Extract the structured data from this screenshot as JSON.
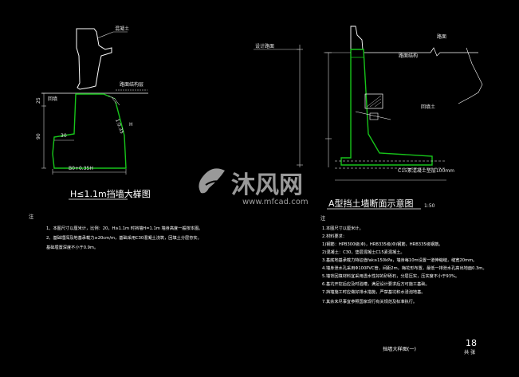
{
  "colors": {
    "background": "#000000",
    "line": "#ffffff",
    "outline_green": "#17c41a",
    "dim_line": "#cfcfcf",
    "watermark": "#ffffff"
  },
  "left_detail": {
    "title": "H≤1.1m挡墙大样图",
    "scale": "1:20",
    "dim_bottom": "B0+0.35H",
    "dim_30": "30",
    "dim_90": "90",
    "dim_h": "H",
    "dim_left_top": "25",
    "slope_label": "1:0.35"
  },
  "notes_left": {
    "heading": "注",
    "lines": [
      "1、本图尺寸以厘米计，比例：20，H≥1.1m 时挡墙H=1.1m 墙身高度一般按本图。",
      "2、基础埋深及地基承载力≥20cm/m，基础采用C30混凝土浇筑，回填土分层夯实。",
      "   基础埋置深度不小于0.9m。"
    ]
  },
  "right_detail": {
    "title": "A型挡土墙断面示意图",
    "scale": "1:50",
    "label_c15": "C15素混凝土垫层100mm"
  },
  "notes_right": {
    "heading": "注",
    "lines": [
      "1.本图尺寸以厘米计。",
      "2.材料要求：",
      "1)钢筋：HPB300级(Φ)，HRB335级(Φ)钢筋，HRB335级钢筋。",
      "2)混凝土：C30，垫层混凝土C15素混凝土。",
      "3.基底地基承载力特征值fak≥150kPa，墙身每10m设置一道伸缩缝，缝宽20mm。",
      "4.墙身泄水孔采用Φ100PVC管，间距2m，梅花形布置，最低一排泄水孔高出地面0.3m。",
      "5.墙背回填材料宜采用透水性好的砂砾石，分层压实，压实度不小于93%。",
      "6.基坑开挖后应及时验槽，满足设计要求后方可施工基础。",
      "7.挡墙施工时应做好排水措施，严禁基坑积水浸泡地基。",
      "7.其余未尽事宜参照国家现行有关规范及标准执行。"
    ]
  },
  "title_block": {
    "drawing_name": "挡墙大样图(一)",
    "sheet_number": "18",
    "sheet_total": "共 张"
  },
  "watermark": {
    "brand": "沐风网",
    "url": "www.mfcad.com"
  }
}
